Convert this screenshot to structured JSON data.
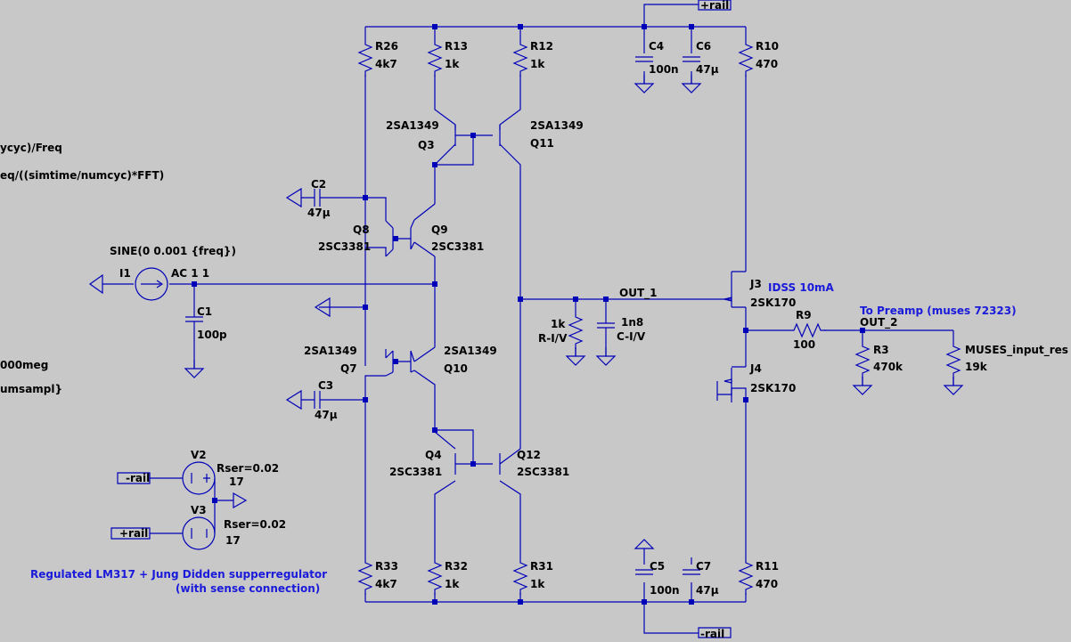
{
  "colors": {
    "background": "#c8c8c8",
    "wire": "#0000b8",
    "text": "#000000",
    "comment": "#1a1adb"
  },
  "directives": [
    "ycyc)/Freq",
    "eq/((simtime/numcyc)*FFT)",
    "000meg",
    "umsampl}"
  ],
  "source": {
    "name": "I1",
    "value": "AC 1 1",
    "waveform": "SINE(0 0.001 {freq})"
  },
  "caps": {
    "C1": {
      "name": "C1",
      "value": "100p"
    },
    "C2": {
      "name": "C2",
      "value": "47µ"
    },
    "C3": {
      "name": "C3",
      "value": "47µ"
    },
    "C4": {
      "name": "C4",
      "value": "100n"
    },
    "C5": {
      "name": "C5",
      "value": "100n"
    },
    "C6": {
      "name": "C6",
      "value": "47µ"
    },
    "C7": {
      "name": "C7",
      "value": "47µ"
    },
    "CIV": {
      "name": "1n8",
      "value": "C-I/V"
    }
  },
  "res": {
    "R26": {
      "name": "R26",
      "value": "4k7"
    },
    "R13": {
      "name": "R13",
      "value": "1k"
    },
    "R12": {
      "name": "R12",
      "value": "1k"
    },
    "R10": {
      "name": "R10",
      "value": "470"
    },
    "R33": {
      "name": "R33",
      "value": "4k7"
    },
    "R32": {
      "name": "R32",
      "value": "1k"
    },
    "R31": {
      "name": "R31",
      "value": "1k"
    },
    "R11": {
      "name": "R11",
      "value": "470"
    },
    "R9": {
      "name": "R9",
      "value": "100"
    },
    "R3": {
      "name": "R3",
      "value": "470k"
    },
    "RIV": {
      "name": "1k",
      "value": "R-I/V"
    },
    "RMUSES": {
      "name": "MUSES_input_res",
      "value": "19k"
    }
  },
  "bjts": {
    "Q3": {
      "name": "Q3",
      "model": "2SA1349"
    },
    "Q11": {
      "name": "Q11",
      "model": "2SA1349"
    },
    "Q8": {
      "name": "Q8",
      "model": "2SC3381"
    },
    "Q9": {
      "name": "Q9",
      "model": "2SC3381"
    },
    "Q7": {
      "name": "Q7",
      "model": "2SA1349"
    },
    "Q10": {
      "name": "Q10",
      "model": "2SA1349"
    },
    "Q4": {
      "name": "Q4",
      "model": "2SC3381"
    },
    "Q12": {
      "name": "Q12",
      "model": "2SC3381"
    }
  },
  "jfets": {
    "J3": {
      "name": "J3",
      "model": "2SK170",
      "note": "IDSS 10mA"
    },
    "J4": {
      "name": "J4",
      "model": "2SK170"
    }
  },
  "supplies": {
    "V2": {
      "name": "V2",
      "rser": "Rser=0.02",
      "value": "17"
    },
    "V3": {
      "name": "V3",
      "rser": "Rser=0.02",
      "value": "17"
    }
  },
  "nets": {
    "rail_pos": "+rail",
    "rail_neg": "-rail",
    "out1": "OUT_1",
    "out2": "OUT_2",
    "preamp": "To Preamp (muses 72323)"
  },
  "comment": [
    "Regulated LM317 + Jung Didden supperregulator",
    "(with sense connection)"
  ]
}
